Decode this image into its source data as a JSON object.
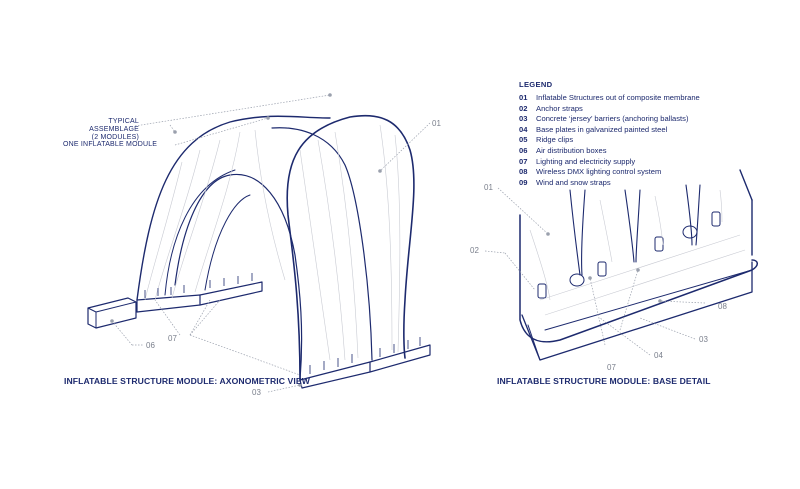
{
  "legend": {
    "title": "LEGEND",
    "items": [
      {
        "code": "01",
        "text": "Inflatable Structures out of composite membrane"
      },
      {
        "code": "02",
        "text": "Anchor straps"
      },
      {
        "code": "03",
        "text": "Concrete ‘jersey’ barriers (anchoring ballasts)"
      },
      {
        "code": "04",
        "text": "Base plates in galvanized painted steel"
      },
      {
        "code": "05",
        "text": "Ridge clips"
      },
      {
        "code": "06",
        "text": "Air distribution boxes"
      },
      {
        "code": "07",
        "text": "Lighting and electricity supply"
      },
      {
        "code": "08",
        "text": "Wireless DMX lighting control system"
      },
      {
        "code": "09",
        "text": "Wind and snow straps"
      }
    ]
  },
  "axonometric": {
    "caption": "INFLATABLE STRUCTURE MODULE: AXONOMETRIC VIEW",
    "label_typical_line1": "TYPICAL ASSEMBLAGE",
    "label_typical_line2": "(2 MODULES)",
    "label_one_module": "ONE INFLATABLE MODULE",
    "callouts": {
      "c01": "01",
      "c06": "06",
      "c07": "07",
      "c03": "03"
    }
  },
  "base_detail": {
    "caption": "INFLATABLE STRUCTURE MODULE: BASE DETAIL",
    "callouts": {
      "c01": "01",
      "c02": "02",
      "c08": "08",
      "c03": "03",
      "c04": "04",
      "c07": "07"
    }
  },
  "colors": {
    "ink": "#1d2a6e",
    "leader": "#9aa0ad",
    "sketch": "#c9cbd3"
  }
}
